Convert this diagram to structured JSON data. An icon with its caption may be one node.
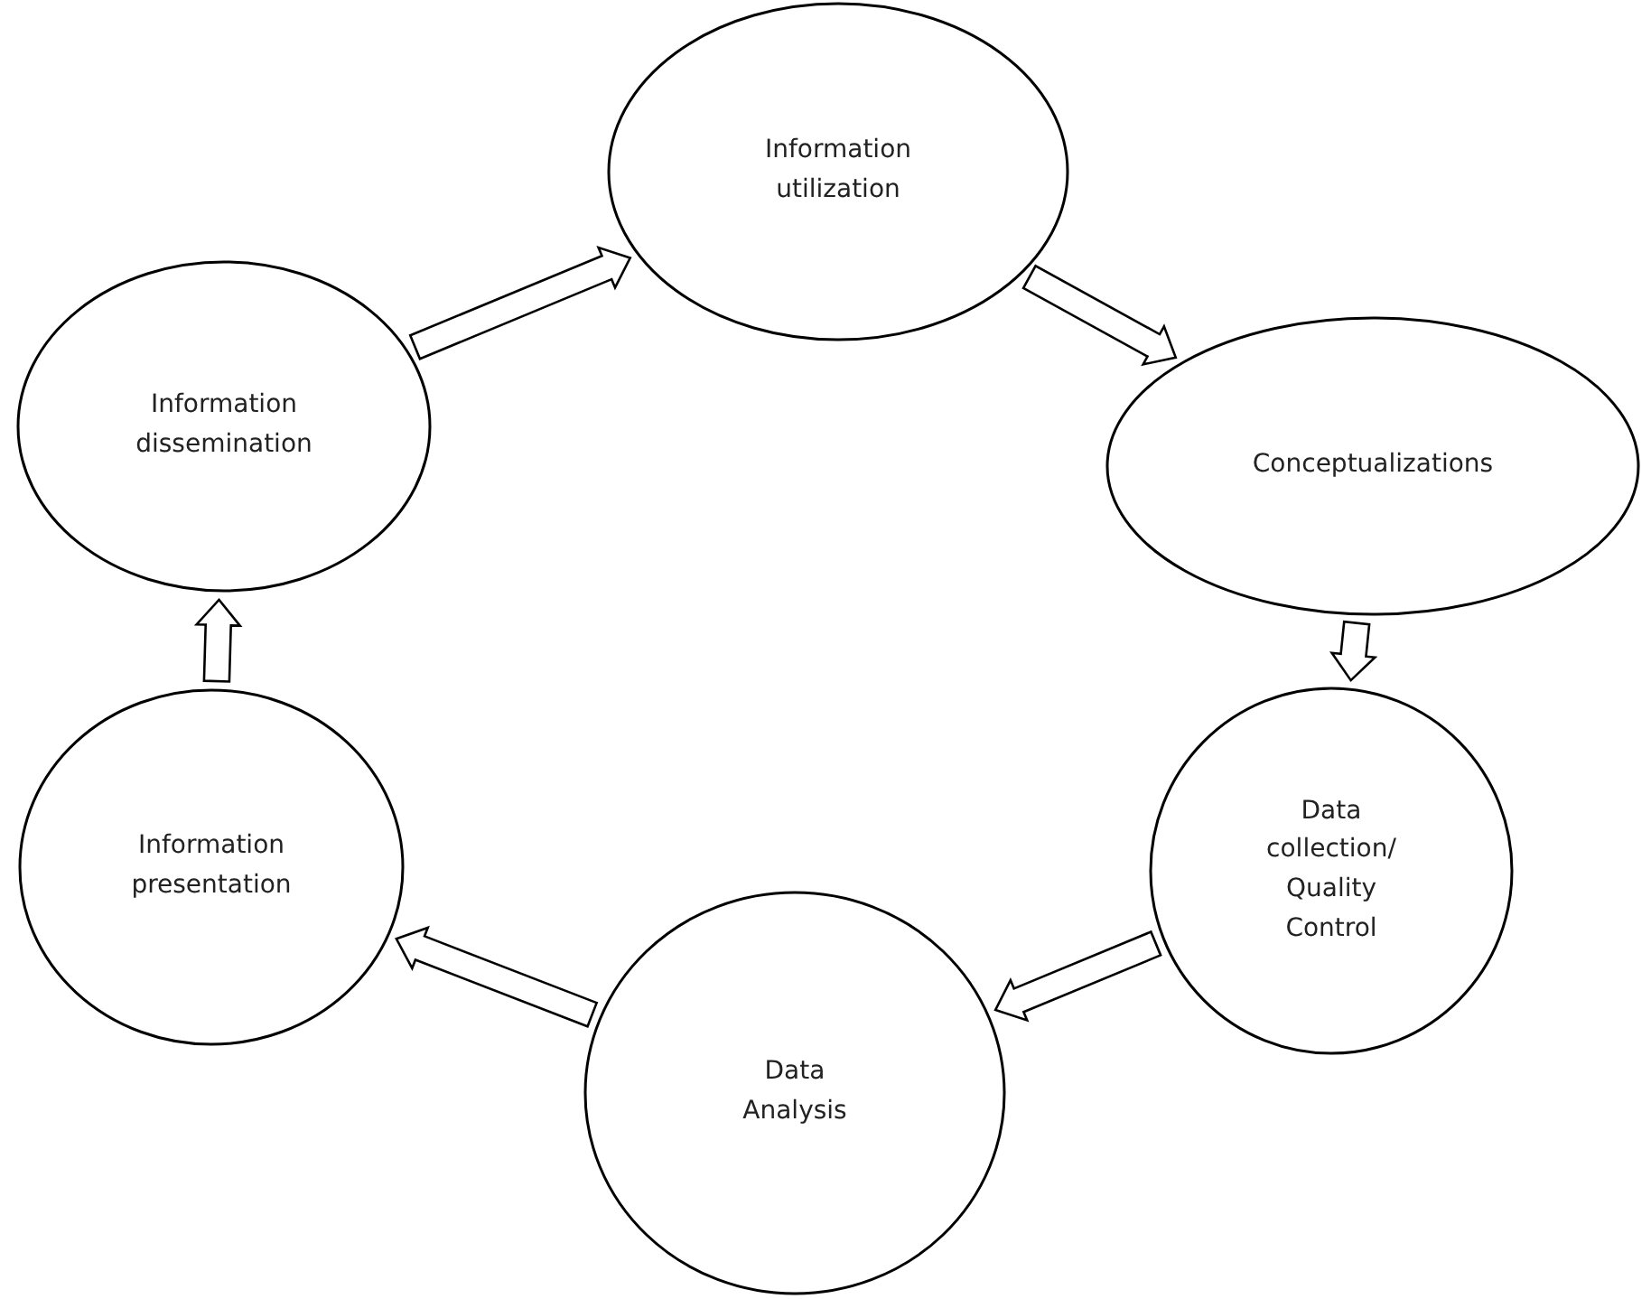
{
  "diagram": {
    "nodes": [
      {
        "text": [
          "Information utilization"
        ]
      },
      {
        "text": [
          "Conceptualizations"
        ]
      },
      {
        "text": [
          "Data collection/ Quality Control"
        ]
      },
      {
        "text": [
          "Data Analysis"
        ]
      },
      {
        "text": [
          "Information presentation"
        ]
      },
      {
        "text": [
          "Information dissemination"
        ]
      }
    ],
    "edges": [
      {
        "from": 5,
        "to": 0,
        "arrow": "to"
      },
      {
        "from": 0,
        "to": 1,
        "arrow": "to"
      },
      {
        "from": 1,
        "to": 2,
        "arrow": "to"
      },
      {
        "from": 2,
        "to": 3,
        "arrow": "to"
      },
      {
        "from": 3,
        "to": 4,
        "arrow": "to"
      },
      {
        "from": 4,
        "to": 5,
        "arrow": "to"
      }
    ]
  }
}
